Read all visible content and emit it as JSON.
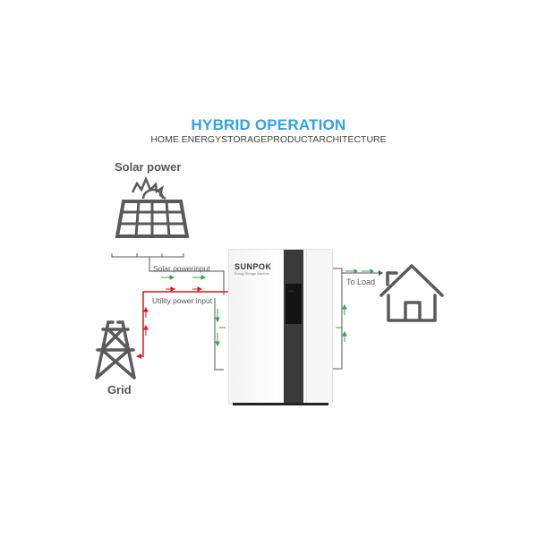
{
  "header": {
    "title": "HYBRID OPERATION",
    "subtitle": "HOME ENERGYSTORAGEPRODUCTARCHITECTURE"
  },
  "nodes": {
    "solar": {
      "label": "Solar power",
      "icon": "solar-panel-icon"
    },
    "grid": {
      "label": "Grid",
      "icon": "power-tower-icon"
    },
    "load": {
      "label": "To Load",
      "icon": "house-icon"
    },
    "unit": {
      "brand": "SUNPOK",
      "model": "Energy Storage Machine",
      "display_value": "-:--"
    }
  },
  "flows": {
    "solar_input": "Solar powerinput",
    "utility_input": "Utility power input",
    "to_load": "To Load"
  },
  "colors": {
    "title": "#2fa3e6",
    "icon_gray": "#5a5a5a",
    "grid_line": "#d9161c",
    "flow_arrow": "#2ea84a",
    "unit_stripe": "#3a3a3a"
  }
}
